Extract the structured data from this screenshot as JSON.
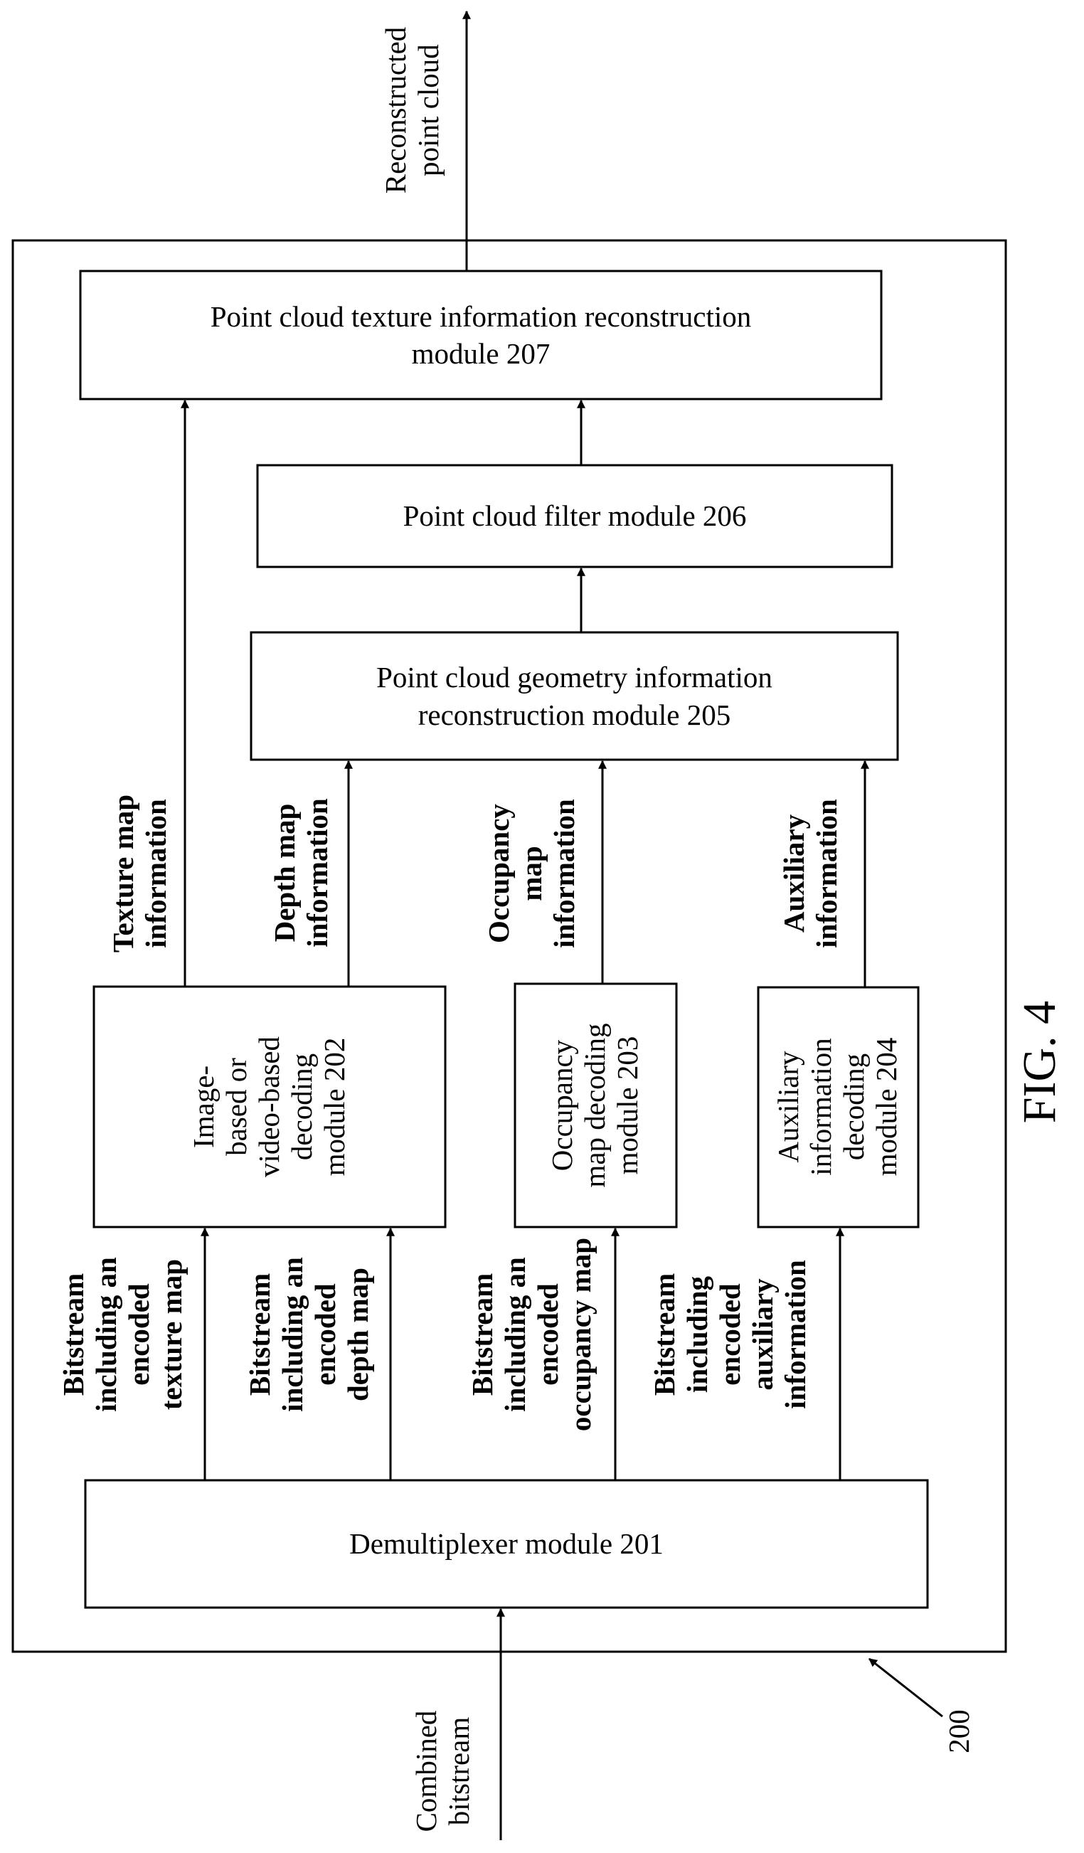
{
  "figure_label": "FIG. 4",
  "system_ref": "200",
  "modules": {
    "m207": "Point cloud texture information reconstruction\nmodule 207",
    "m206": "Point cloud filter module 206",
    "m205": "Point cloud geometry information\nreconstruction module 205",
    "m201": "Demultiplexer module 201",
    "m202": "Image-\nbased or\nvideo-based\ndecoding\nmodule 202",
    "m203": "Occupancy\nmap decoding\nmodule 203",
    "m204": "Auxiliary\ninformation\ndecoding\nmodule 204"
  },
  "edges": {
    "output": "Reconstructed\npoint cloud",
    "input": "Combined\nbitstream",
    "texture_map_info": "Texture map\ninformation",
    "depth_map_info": "Depth map\ninformation",
    "occupancy_map_info": "Occupancy\nmap\ninformation",
    "auxiliary_info": "Auxiliary\ninformation",
    "bs_texture": "Bitstream\nincluding an\nencoded\ntexture map",
    "bs_depth": "Bitstream\nincluding an\nencoded\ndepth map",
    "bs_occupancy": "Bitstream\nincluding an\nencoded\noccupancy map",
    "bs_auxiliary": "Bitstream\nincluding\nencoded\nauxiliary\ninformation"
  }
}
